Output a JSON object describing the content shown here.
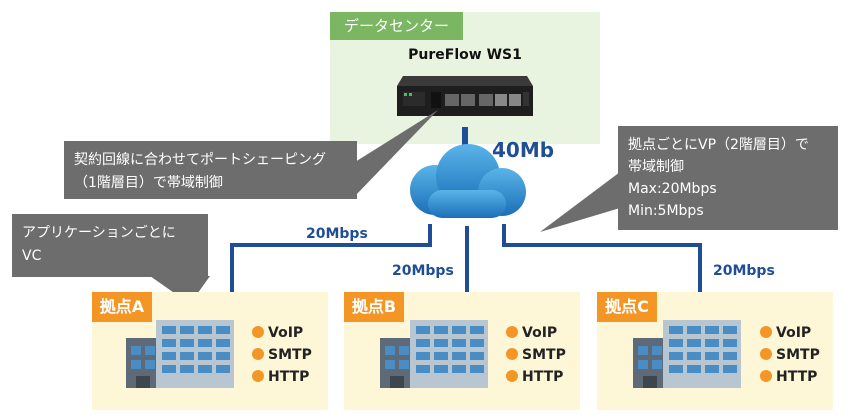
{
  "datacenter": {
    "label": "データセンター",
    "device_name": "PureFlow WS1"
  },
  "bandwidth_label": "40Mb",
  "callouts": {
    "port_shaping": [
      "契約回線に合わせてポートシェーピング",
      "（1階層目）で帯域制御"
    ],
    "vp_control": [
      "拠点ごとにVP（2階層目）で",
      "帯域制御",
      "Max:20Mbps",
      "Min:5Mbps"
    ],
    "vc": [
      "アプリケーションごとに",
      "VC"
    ]
  },
  "links": {
    "left": "20Mbps",
    "middle": "20Mbps",
    "right": "20Mbps"
  },
  "sites": [
    {
      "name": "拠点A",
      "services": [
        "VoIP",
        "SMTP",
        "HTTP"
      ]
    },
    {
      "name": "拠点B",
      "services": [
        "VoIP",
        "SMTP",
        "HTTP"
      ]
    },
    {
      "name": "拠点C",
      "services": [
        "VoIP",
        "SMTP",
        "HTTP"
      ]
    }
  ],
  "colors": {
    "line": "#1f4e97",
    "tag": "#f39626",
    "dc_label": "#7bb662",
    "callout": "#6d6d6d"
  }
}
